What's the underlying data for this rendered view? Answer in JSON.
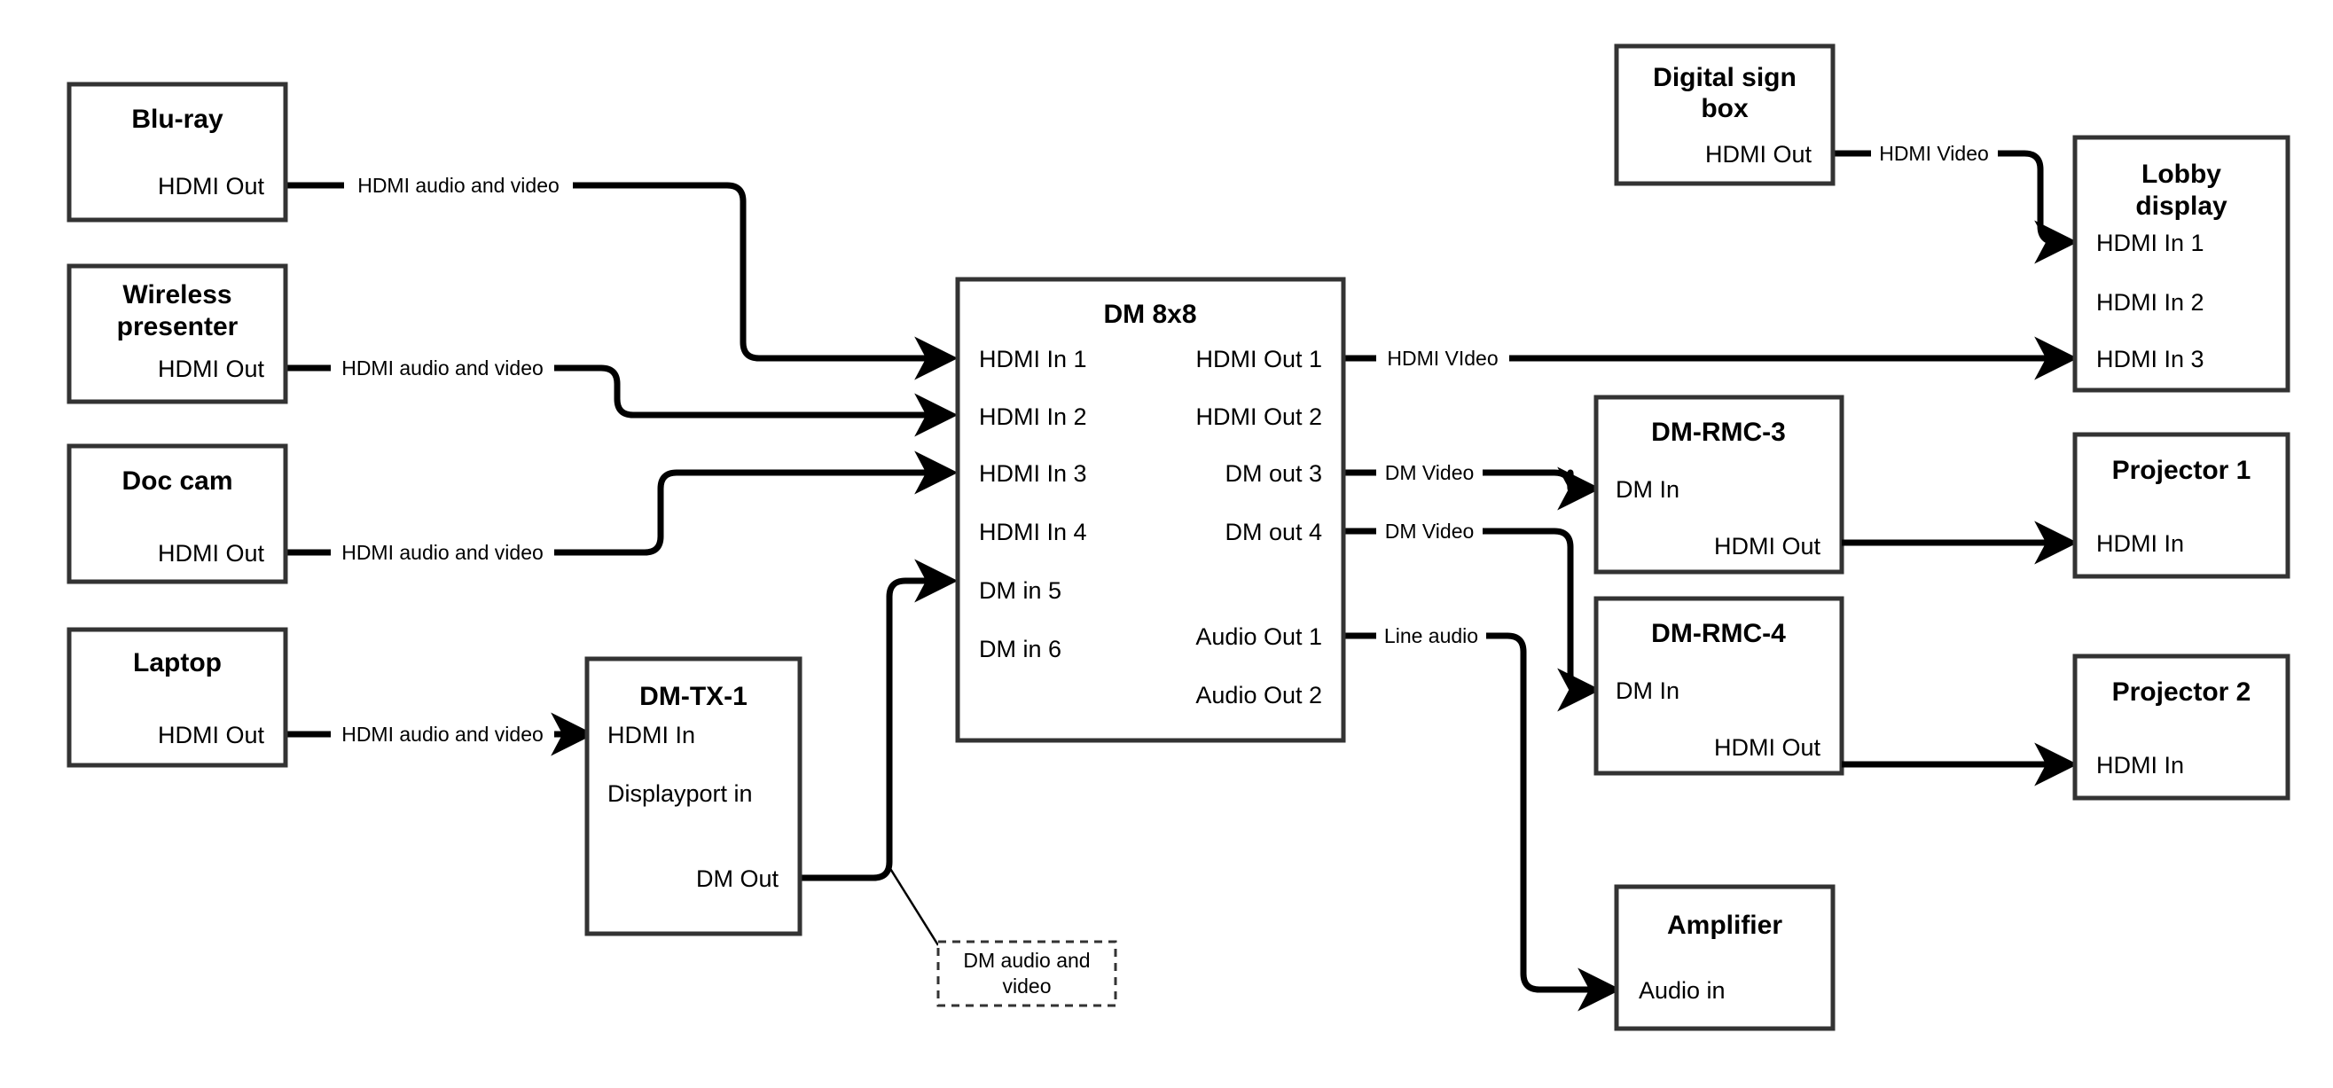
{
  "diagram": {
    "kind": "av-signal-flow",
    "background_color": "#ffffff",
    "box_stroke_color": "#333333",
    "wire_color": "#000000"
  },
  "nodes": {
    "bluray": {
      "title": "Blu-ray",
      "ports": {
        "out1": "HDMI Out"
      }
    },
    "wireless_presenter": {
      "title_line1": "Wireless",
      "title_line2": "presenter",
      "ports": {
        "out1": "HDMI Out"
      }
    },
    "doc_cam": {
      "title": "Doc cam",
      "ports": {
        "out1": "HDMI Out"
      }
    },
    "laptop": {
      "title": "Laptop",
      "ports": {
        "out1": "HDMI Out"
      }
    },
    "dm_tx_1": {
      "title": "DM-TX-1",
      "ports": {
        "in1": "HDMI In",
        "in2": "Displayport in",
        "out1": "DM Out"
      }
    },
    "dm_8x8": {
      "title": "DM 8x8",
      "inputs": [
        "HDMI In 1",
        "HDMI In 2",
        "HDMI In 3",
        "HDMI In 4",
        "DM in 5",
        "DM in 6"
      ],
      "outputs": [
        "HDMI Out 1",
        "HDMI Out 2",
        "DM out 3",
        "DM out 4",
        "Audio Out 1",
        "Audio Out 2"
      ]
    },
    "digital_sign_box": {
      "title_line1": "Digital sign",
      "title_line2": "box",
      "ports": {
        "out1": "HDMI Out"
      }
    },
    "lobby_display": {
      "title_line1": "Lobby",
      "title_line2": "display",
      "inputs": [
        "HDMI In 1",
        "HDMI In 2",
        "HDMI In 3"
      ]
    },
    "dm_rmc_3": {
      "title": "DM-RMC-3",
      "ports": {
        "in1": "DM In",
        "out1": "HDMI Out"
      }
    },
    "dm_rmc_4": {
      "title": "DM-RMC-4",
      "ports": {
        "in1": "DM In",
        "out1": "HDMI Out"
      }
    },
    "projector_1": {
      "title": "Projector 1",
      "ports": {
        "in1": "HDMI In"
      }
    },
    "projector_2": {
      "title": "Projector 2",
      "ports": {
        "in1": "HDMI In"
      }
    },
    "amplifier": {
      "title": "Amplifier",
      "ports": {
        "in1": "Audio in"
      }
    }
  },
  "links": {
    "bluray_to_dm": "HDMI audio and video",
    "wireless_to_dm": "HDMI audio and video",
    "doccam_to_dm": "HDMI audio and video",
    "laptop_to_tx": "HDMI audio and video",
    "sign_to_lobby": "HDMI Video",
    "dmout1_to_lobby": "HDMI VIdeo",
    "dmout3_to_rmc3": "DM Video",
    "dmout4_to_rmc4": "DM Video",
    "audioout1_to_amp": "Line audio"
  },
  "callouts": {
    "dm_tx_link": {
      "line1": "DM audio and",
      "line2": "video"
    }
  }
}
